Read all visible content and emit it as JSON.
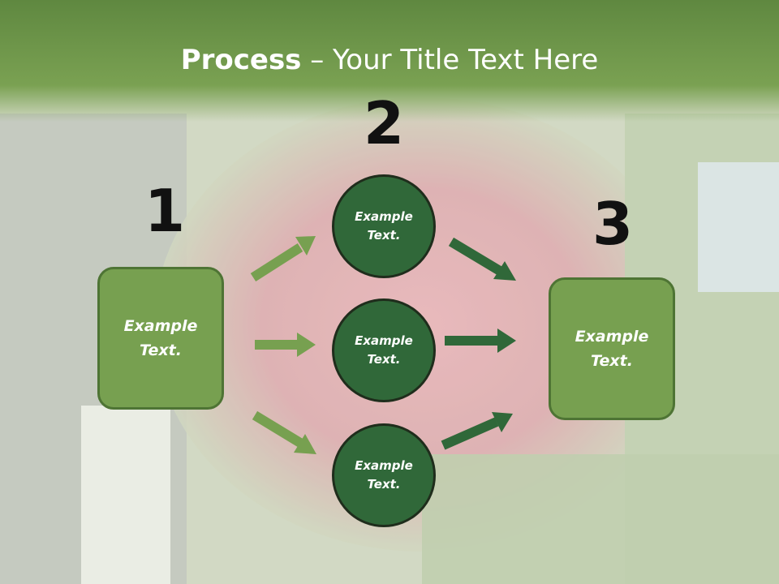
{
  "title": {
    "bold": "Process",
    "rest": " – Your Title Text Here"
  },
  "steps": {
    "one": "1",
    "two": "2",
    "three": "3"
  },
  "nodes": {
    "left_box": "Example Text.",
    "circle_top": "Example Text.",
    "circle_middle": "Example Text.",
    "circle_bottom": "Example Text.",
    "right_box": "Example Text."
  },
  "colors": {
    "title_band": "#7aa152",
    "box_fill": "#77a050",
    "circle_fill": "#306839",
    "arrow_light": "#77a050",
    "arrow_dark": "#306839"
  }
}
